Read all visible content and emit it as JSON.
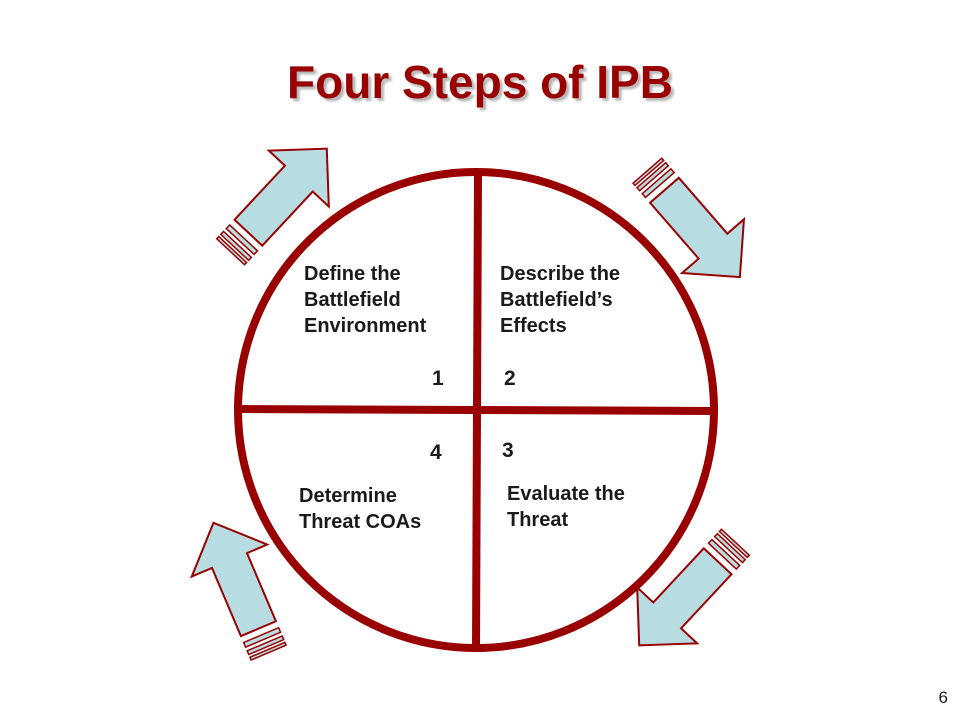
{
  "title": "Four Steps of IPB",
  "colors": {
    "title": "#990000",
    "circle": "#990000",
    "arrow_fill": "#b7dde3",
    "arrow_stroke": "#990000"
  },
  "steps": [
    {
      "number": "1",
      "lines": [
        "Define the",
        "Battlefield",
        "Environment"
      ]
    },
    {
      "number": "2",
      "lines": [
        "Describe the",
        "Battlefield’s",
        "Effects"
      ]
    },
    {
      "number": "3",
      "lines": [
        "Evaluate the",
        "Threat"
      ]
    },
    {
      "number": "4",
      "lines": [
        "Determine",
        "Threat COAs"
      ]
    }
  ],
  "page_number": "6"
}
